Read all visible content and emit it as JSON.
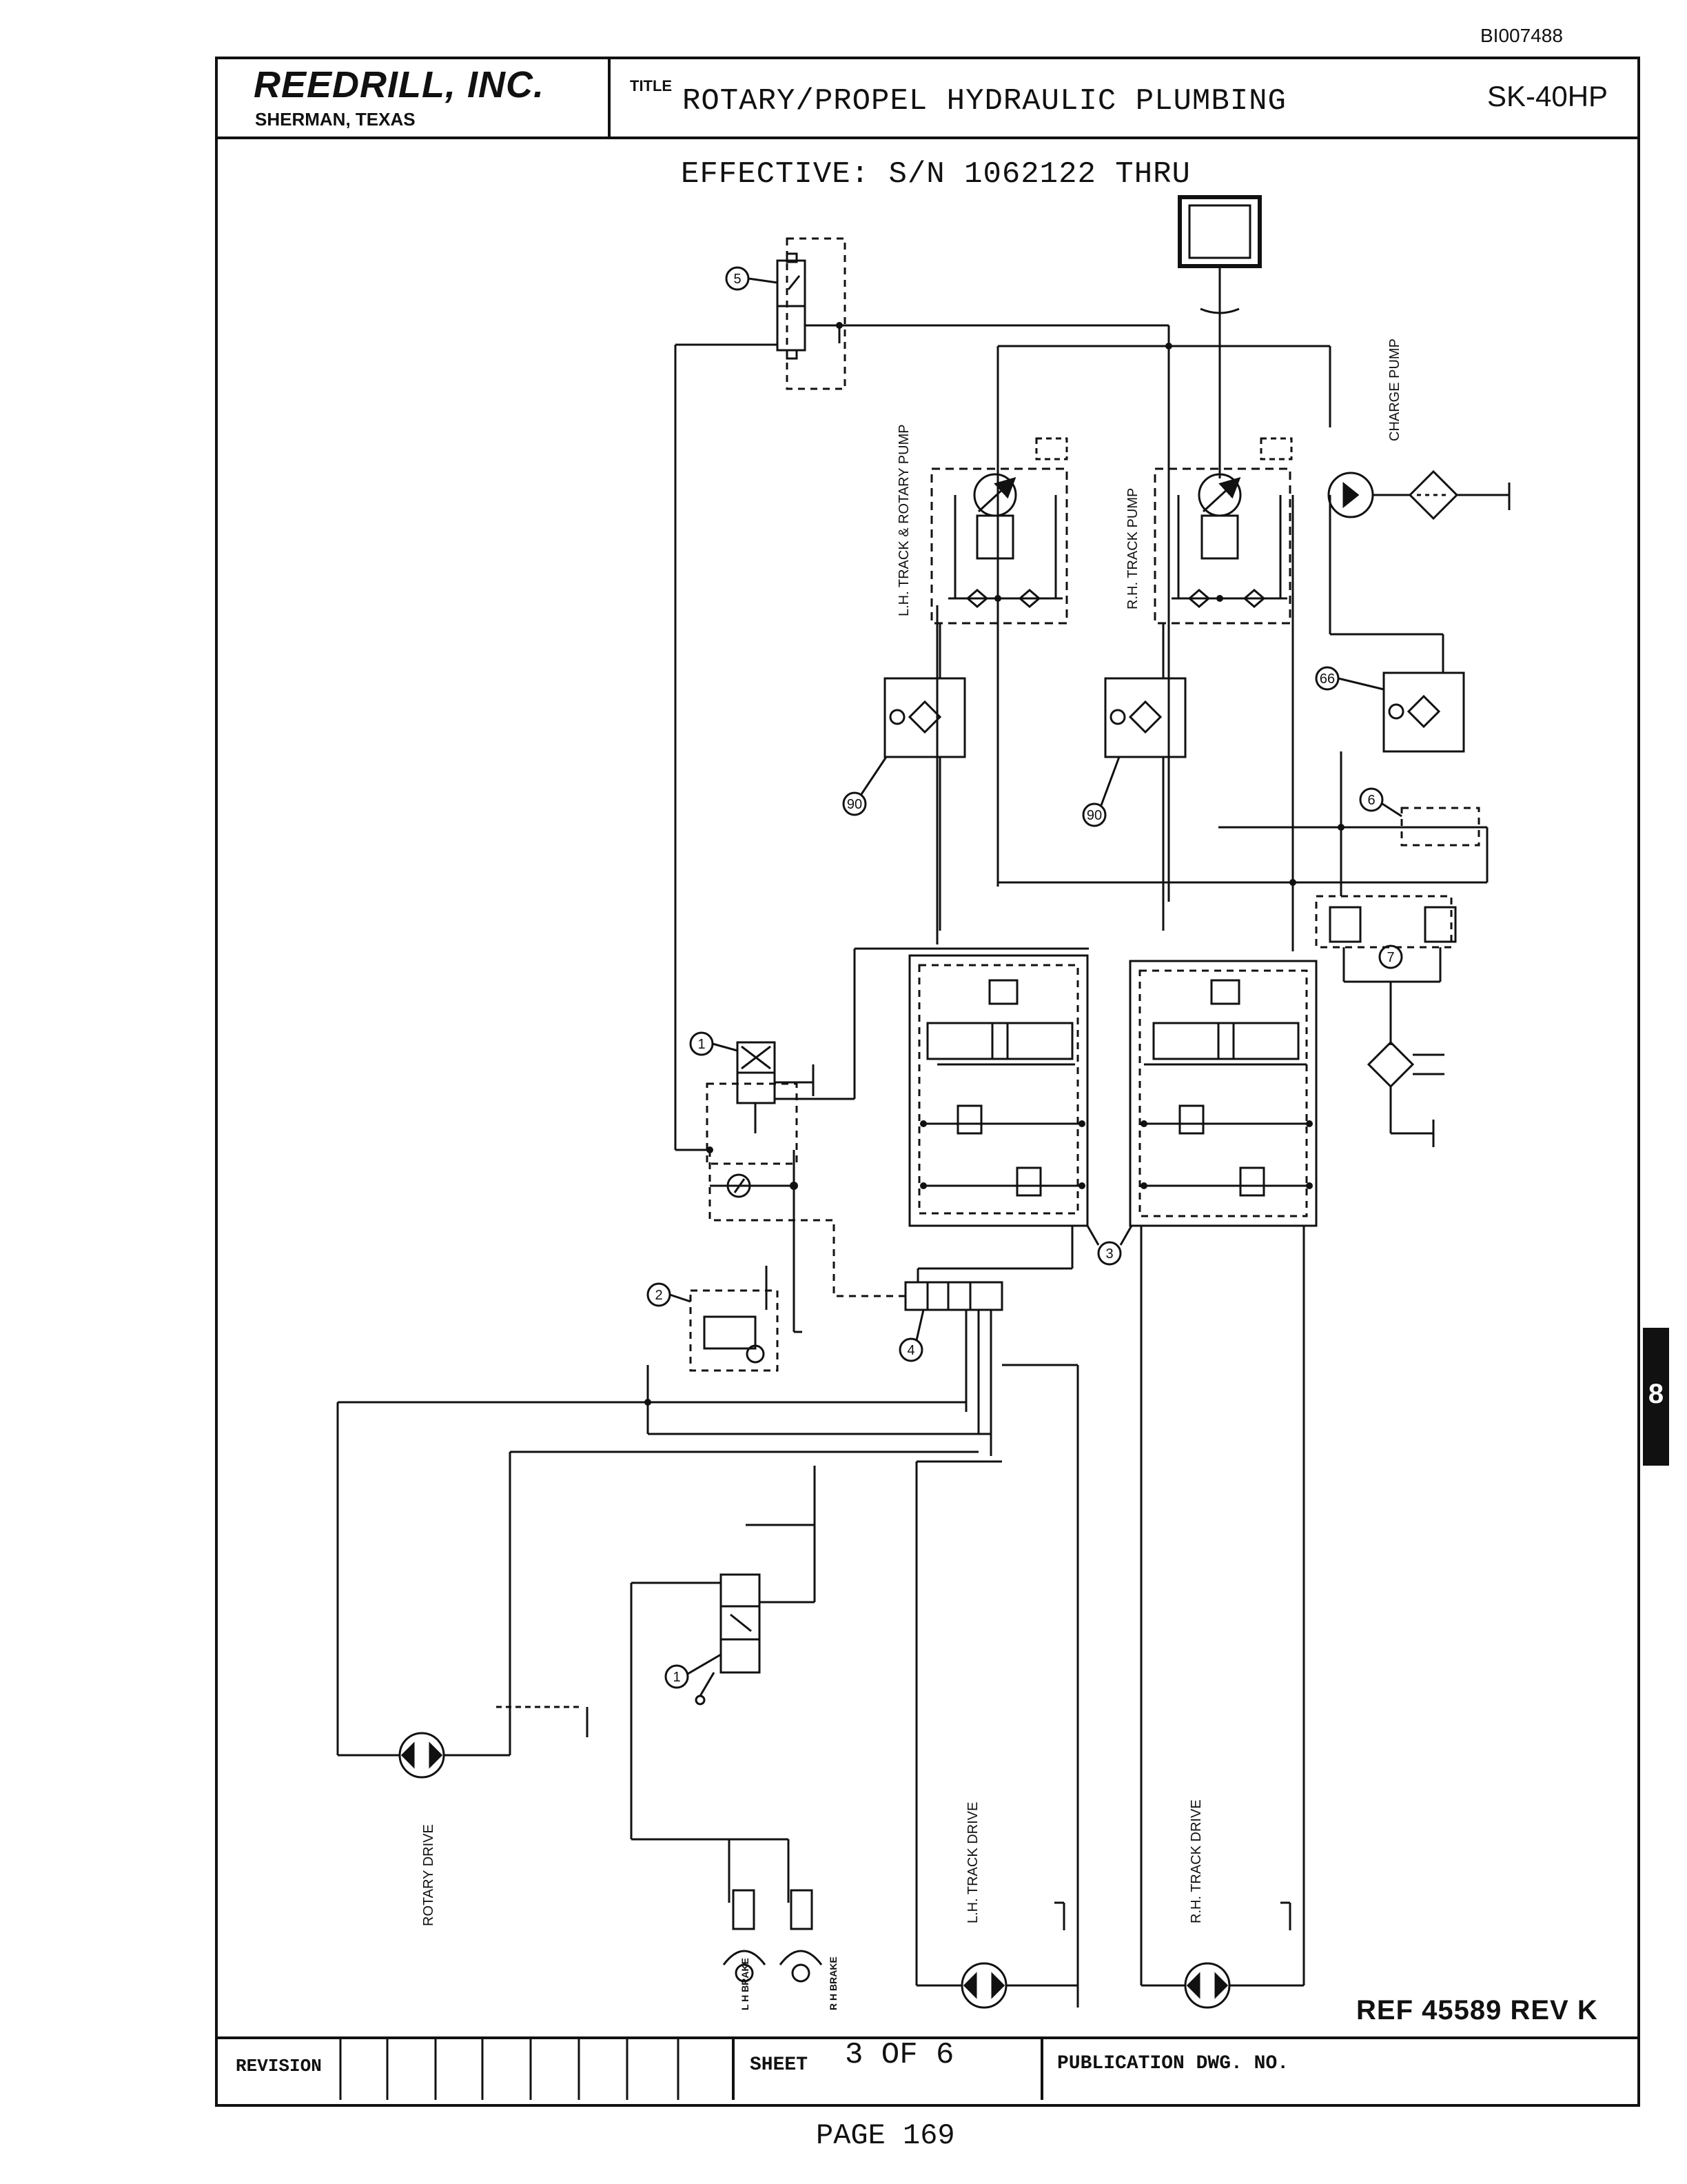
{
  "document": {
    "doc_id": "BI007488",
    "company": "REEDRILL, INC.",
    "location": "SHERMAN, TEXAS",
    "title_label": "TITLE",
    "title": "ROTARY/PROPEL HYDRAULIC PLUMBING",
    "drawing_number": "SK-40HP",
    "effective": "EFFECTIVE:  S/N 1062122 THRU",
    "reference": "REF 45589 REV  K",
    "revision_label": "REVISION",
    "sheet_label": "SHEET",
    "sheet_value": "3 OF 6",
    "publication_label": "PUBLICATION DWG. NO.",
    "page": "PAGE 169",
    "section_tab": "8"
  },
  "components": {
    "lh_pump": "L.H. TRACK & ROTARY PUMP",
    "rh_pump": "R.H. TRACK PUMP",
    "charge_pump": "CHARGE PUMP",
    "rotary_drive": "ROTARY DRIVE",
    "lh_track_drive": "L.H. TRACK DRIVE",
    "rh_track_drive": "R.H. TRACK DRIVE",
    "lh_brake": "L H BRAKE",
    "rh_brake": "R H BRAKE"
  },
  "callouts": {
    "c1": "1",
    "c2": "2",
    "c3": "3",
    "c4": "4",
    "c5": "5",
    "c6": "6",
    "c7": "7",
    "c66": "66",
    "c90": "90"
  }
}
